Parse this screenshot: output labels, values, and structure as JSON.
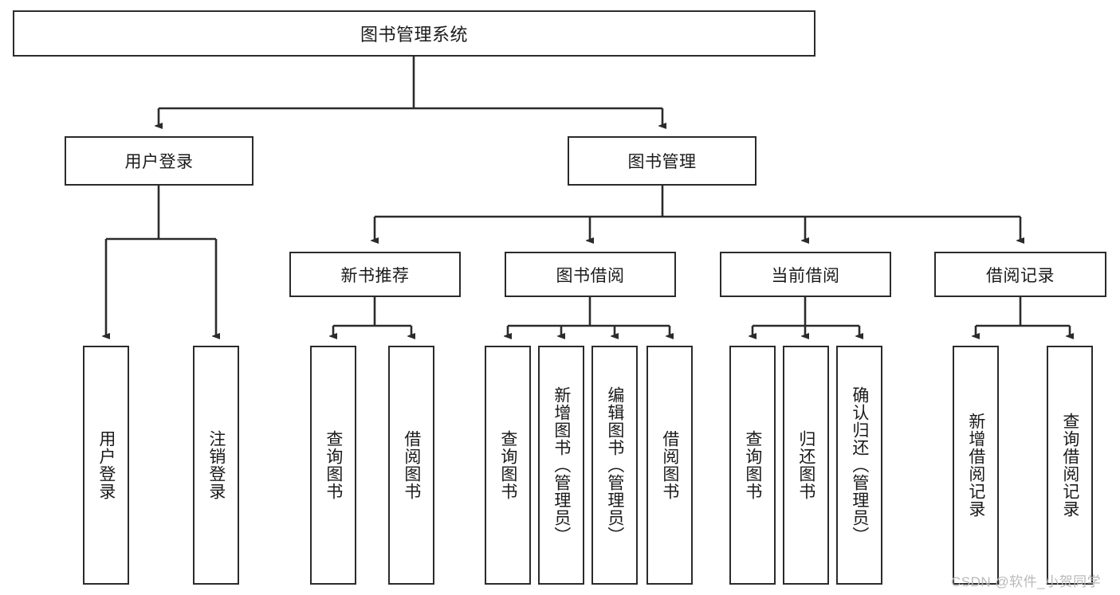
{
  "diagram": {
    "title": "图书管理系统",
    "watermark": "CSDN @软件_小贺同学",
    "stroke_color": "#2b2b2b",
    "background_color": "#ffffff",
    "text_color": "#1a1a1a",
    "watermark_color": "#b9b9b9"
  },
  "nodes": {
    "root": {
      "label": "图书管理系统"
    },
    "level1": [
      {
        "id": "user-login",
        "label": "用户登录"
      },
      {
        "id": "book-management",
        "label": "图书管理"
      }
    ],
    "level2": [
      {
        "id": "new-book-recommend",
        "label": "新书推荐"
      },
      {
        "id": "book-borrow",
        "label": "图书借阅"
      },
      {
        "id": "current-borrow",
        "label": "当前借阅"
      },
      {
        "id": "borrow-record",
        "label": "借阅记录"
      }
    ],
    "leaves": {
      "user_login": [
        {
          "id": "leaf-user-login",
          "label": "用户登录"
        },
        {
          "id": "leaf-logout-login",
          "label": "注销登录"
        }
      ],
      "new_book_recommend": [
        {
          "id": "leaf-query-book-1",
          "label": "查询图书"
        },
        {
          "id": "leaf-borrow-book-1",
          "label": "借阅图书"
        }
      ],
      "book_borrow": [
        {
          "id": "leaf-query-book-2",
          "label": "查询图书"
        },
        {
          "id": "leaf-add-book-admin",
          "label": "新增图书（管理员）"
        },
        {
          "id": "leaf-edit-book-admin",
          "label": "编辑图书（管理员）"
        },
        {
          "id": "leaf-borrow-book-2",
          "label": "借阅图书"
        }
      ],
      "current_borrow": [
        {
          "id": "leaf-query-book-3",
          "label": "查询图书"
        },
        {
          "id": "leaf-return-book",
          "label": "归还图书"
        },
        {
          "id": "leaf-confirm-return-admin",
          "label": "确认归还（管理员）"
        }
      ],
      "borrow_record": [
        {
          "id": "leaf-add-borrow-record",
          "label": "新增借阅记录"
        },
        {
          "id": "leaf-query-borrow-record",
          "label": "查询借阅记录"
        }
      ]
    }
  }
}
